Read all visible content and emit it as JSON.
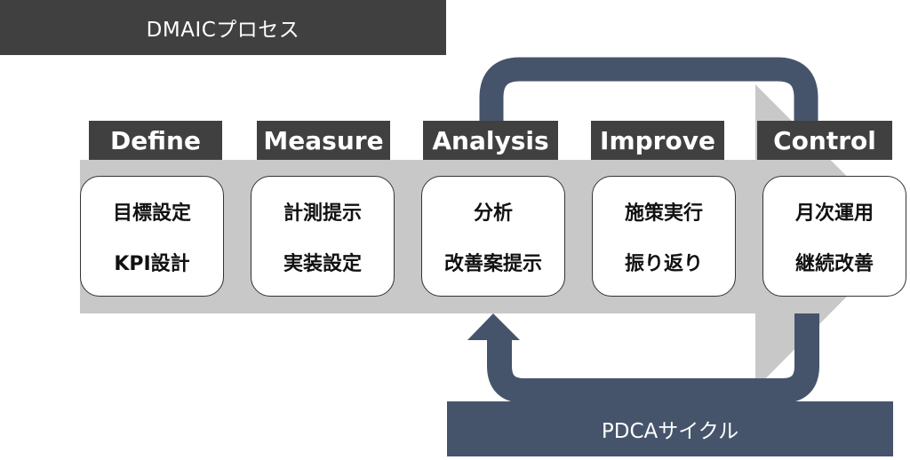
{
  "title": "DMAICプロセス",
  "phases": [
    {
      "label": "Define",
      "lines": [
        "目標設定",
        "KPI設計"
      ]
    },
    {
      "label": "Measure",
      "lines": [
        "計測提示",
        "実装設定"
      ]
    },
    {
      "label": "Analysis",
      "lines": [
        "分析",
        "改善案提示"
      ]
    },
    {
      "label": "Improve",
      "lines": [
        "施策実行",
        "振り返り"
      ]
    },
    {
      "label": "Control",
      "lines": [
        "月次運用",
        "継続改善"
      ]
    }
  ],
  "cycle": {
    "label": "PDCAサイクル"
  },
  "colors": {
    "header": "#404040",
    "loop": "#46546b",
    "arrow": "#c8c8c8",
    "box": "#ffffff"
  }
}
